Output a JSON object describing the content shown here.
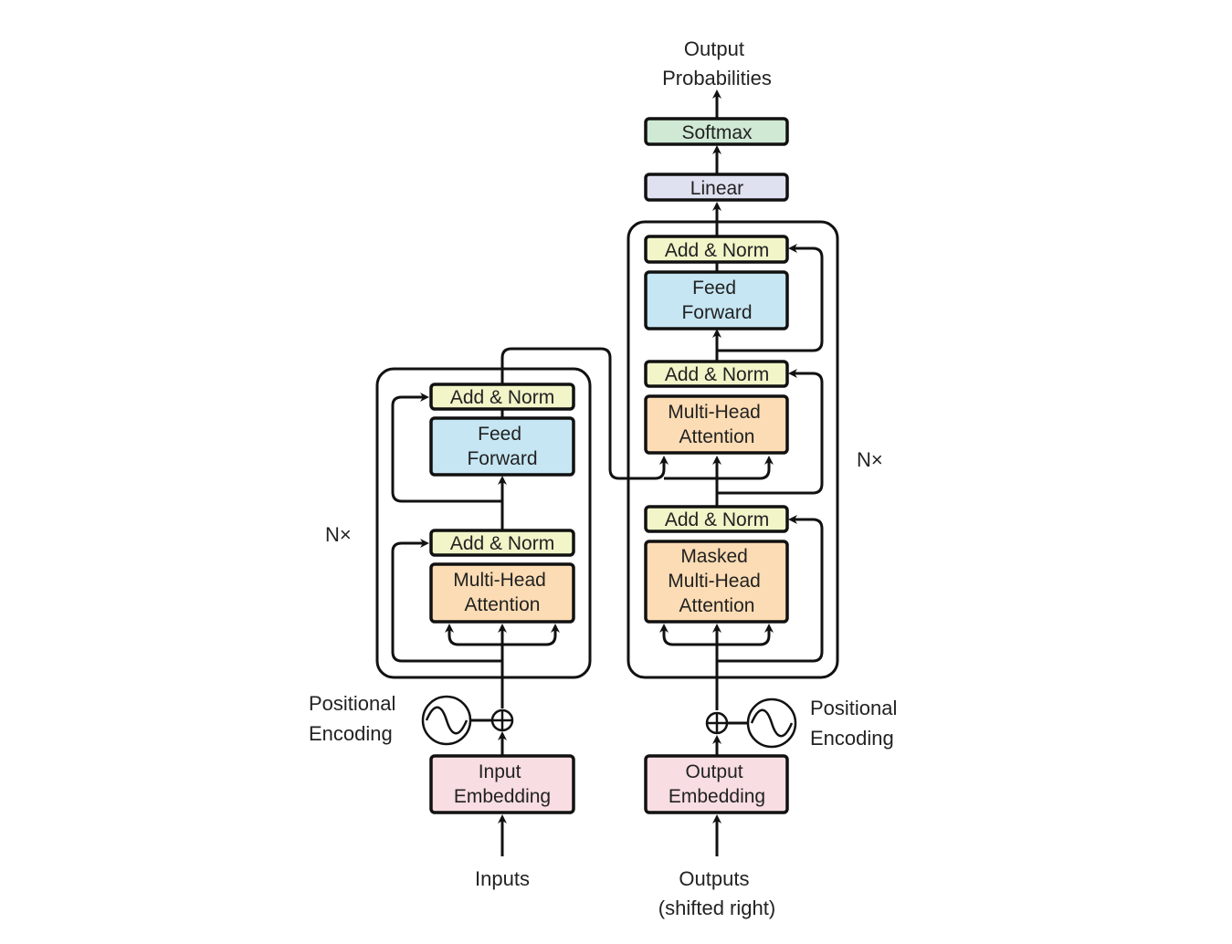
{
  "colors": {
    "add_norm": "#f1f5c8",
    "feed_forward": "#c6e6f3",
    "attention": "#fcdcb4",
    "embedding": "#f8dde2",
    "linear": "#dfe0f0",
    "softmax": "#cfe9d4",
    "stroke": "#111111"
  },
  "labels": {
    "output_probabilities": [
      "Output",
      "Probabilities"
    ],
    "softmax": "Softmax",
    "linear": "Linear",
    "nx_encoder": "N×",
    "nx_decoder": "N×",
    "pe_left": [
      "Positional",
      "Encoding"
    ],
    "pe_right": [
      "Positional",
      "Encoding"
    ],
    "inputs": "Inputs",
    "outputs": [
      "Outputs",
      "(shifted right)"
    ]
  },
  "encoder": {
    "add_norm_top": "Add & Norm",
    "feed_forward": [
      "Feed",
      "Forward"
    ],
    "add_norm_bottom": "Add & Norm",
    "attention": [
      "Multi-Head",
      "Attention"
    ],
    "embedding": [
      "Input",
      "Embedding"
    ]
  },
  "decoder": {
    "add_norm_top": "Add & Norm",
    "feed_forward": [
      "Feed",
      "Forward"
    ],
    "add_norm_middle": "Add & Norm",
    "cross_attention": [
      "Multi-Head",
      "Attention"
    ],
    "add_norm_bottom": "Add & Norm",
    "masked_attention": [
      "Masked",
      "Multi-Head",
      "Attention"
    ],
    "embedding": [
      "Output",
      "Embedding"
    ]
  },
  "icons": {
    "add": "circle-plus-icon",
    "positional_wave": "sine-wave-icon"
  }
}
